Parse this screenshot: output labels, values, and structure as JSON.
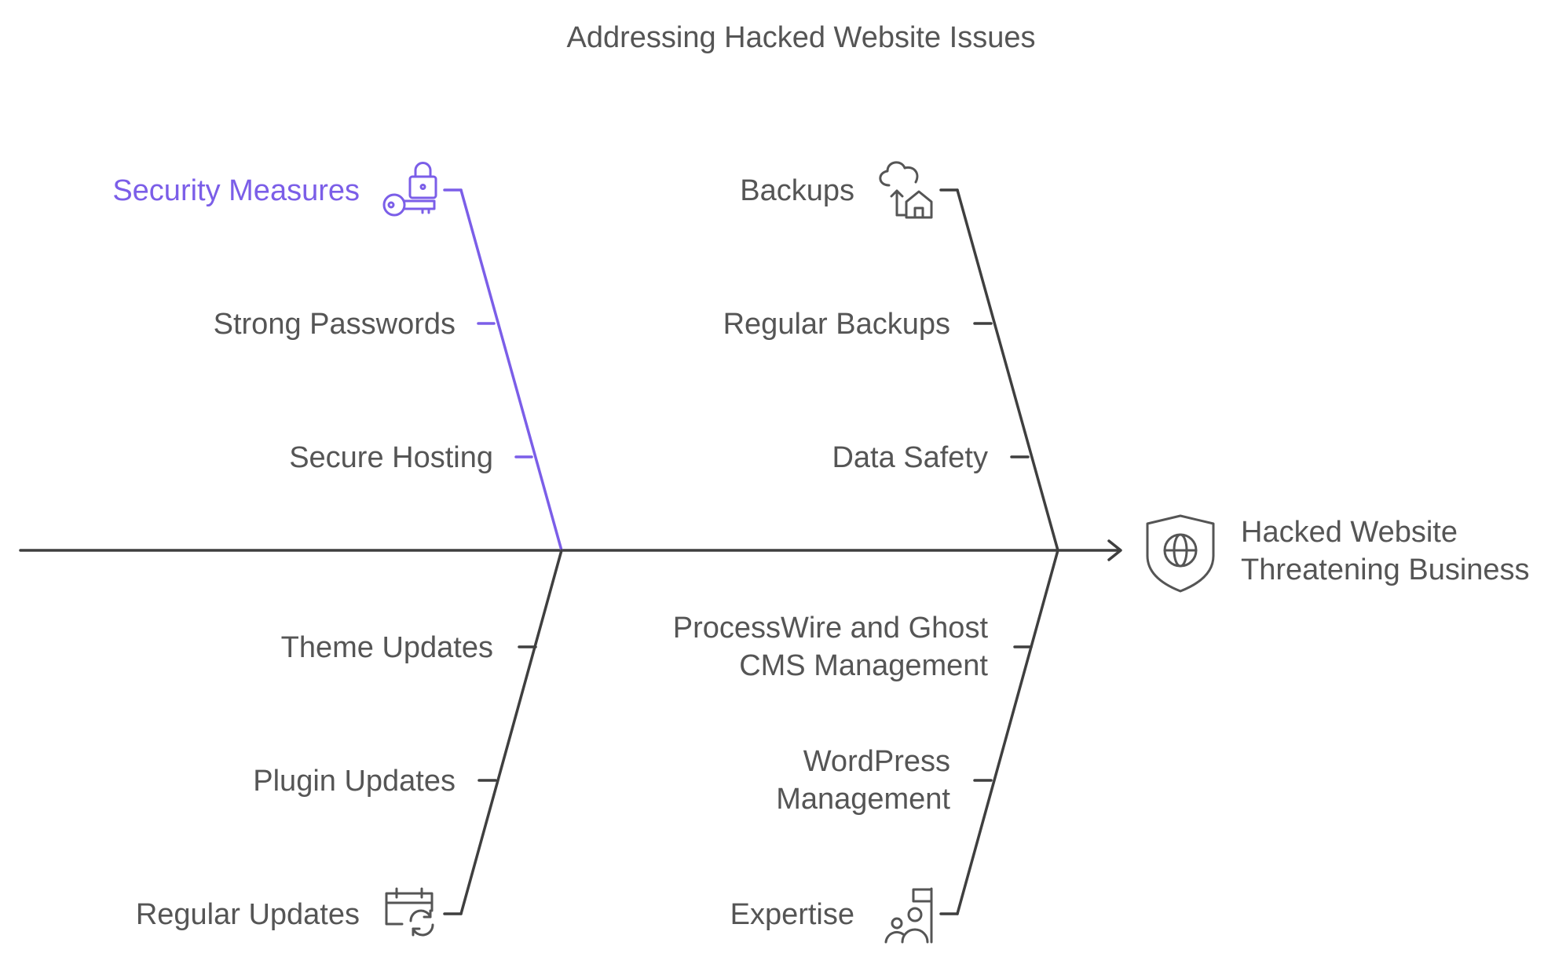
{
  "title": "Addressing Hacked Website Issues",
  "effect": {
    "line1": "Hacked Website",
    "line2": "Threatening Business",
    "icon": "shield-globe-icon"
  },
  "colors": {
    "accent": "#7b5ee8",
    "line": "#3f3f3f",
    "text": "#555555"
  },
  "categories": {
    "security": {
      "label": "Security Measures",
      "icon": "lock-key-icon",
      "causes": [
        "Strong Passwords",
        "Secure Hosting"
      ]
    },
    "backups": {
      "label": "Backups",
      "icon": "cloud-home-icon",
      "causes": [
        "Regular Backups",
        "Data Safety"
      ]
    },
    "updates": {
      "label": "Regular Updates",
      "icon": "calendar-refresh-icon",
      "causes": [
        "Theme Updates",
        "Plugin Updates"
      ]
    },
    "expertise": {
      "label": "Expertise",
      "icon": "people-flag-icon",
      "causes": [
        {
          "line1": "ProcessWire and Ghost",
          "line2": "CMS Management"
        },
        {
          "line1": "WordPress",
          "line2": "Management"
        }
      ]
    }
  }
}
